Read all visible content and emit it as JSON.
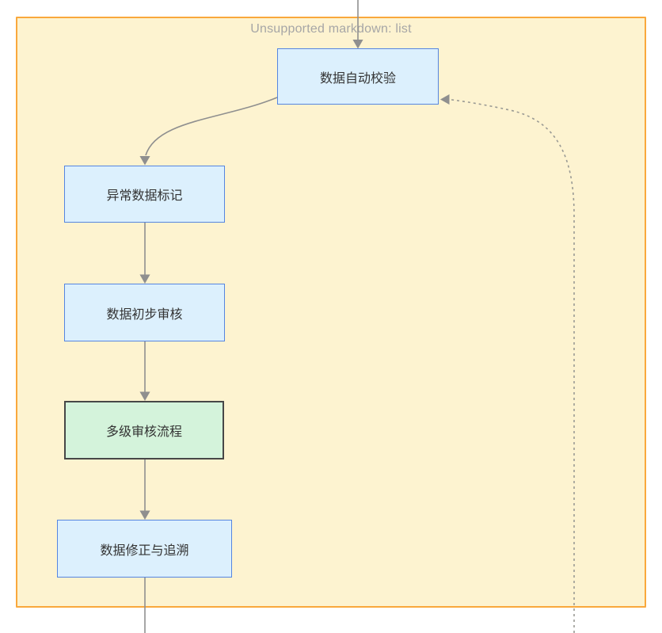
{
  "diagram": {
    "type": "flowchart",
    "warning_label": "Unsupported markdown: list",
    "container": {
      "fill": "#fdf3d0",
      "border": "#f9a83c"
    },
    "nodes": [
      {
        "id": "A",
        "label": "数据自动校验",
        "style": "blue"
      },
      {
        "id": "B",
        "label": "异常数据标记",
        "style": "blue"
      },
      {
        "id": "C",
        "label": "数据初步审核",
        "style": "blue"
      },
      {
        "id": "D",
        "label": "多级审核流程",
        "style": "green"
      },
      {
        "id": "E",
        "label": "数据修正与追溯",
        "style": "blue"
      }
    ],
    "edges": [
      {
        "from": "top-offscreen",
        "to": "数据自动校验",
        "style": "solid"
      },
      {
        "from": "数据自动校验",
        "to": "异常数据标记",
        "style": "solid"
      },
      {
        "from": "异常数据标记",
        "to": "数据初步审核",
        "style": "solid"
      },
      {
        "from": "数据初步审核",
        "to": "多级审核流程",
        "style": "solid"
      },
      {
        "from": "多级审核流程",
        "to": "数据修正与追溯",
        "style": "solid"
      },
      {
        "from": "数据修正与追溯",
        "to": "bottom-offscreen",
        "style": "solid"
      },
      {
        "from": "bottom-offscreen",
        "to": "数据自动校验",
        "style": "dashed"
      }
    ],
    "colors": {
      "node_blue_fill": "#dcf0fd",
      "node_blue_border": "#5585e0",
      "node_green_fill": "#d4f3db",
      "node_green_border": "#474747",
      "edge": "#8f8f8f",
      "node_text": "#333333",
      "warning_text": "#a6a6a6"
    }
  }
}
